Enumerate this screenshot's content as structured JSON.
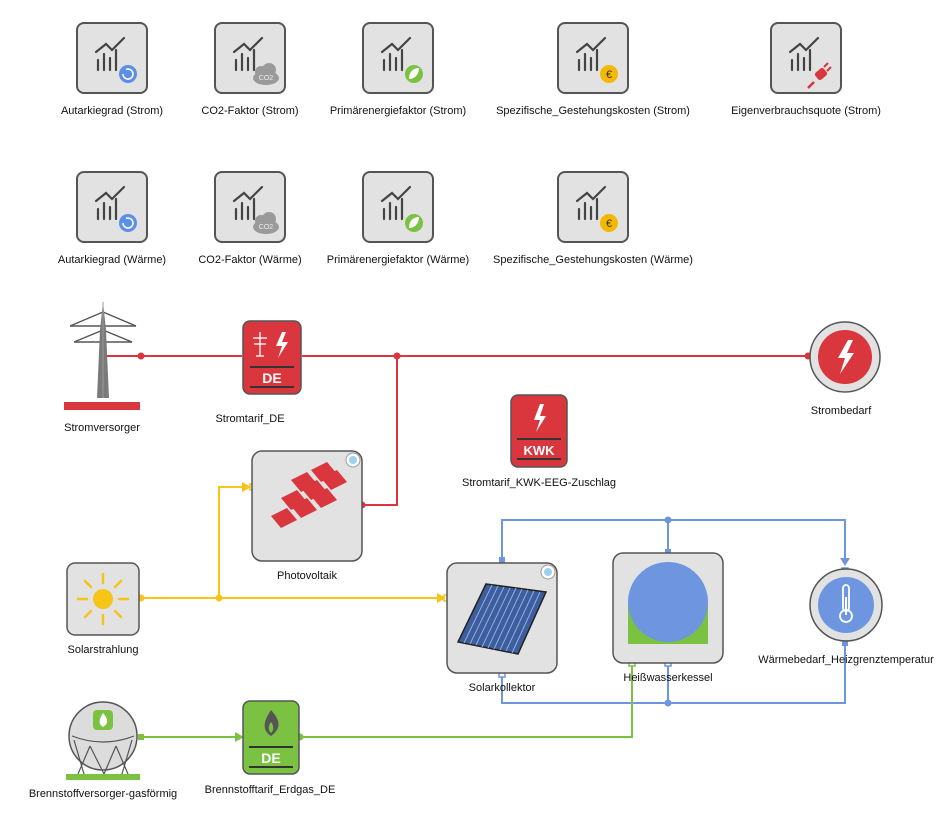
{
  "kpi_row1": [
    {
      "label": "Autarkiegrad (Strom)",
      "badge": "cycle-icon",
      "badge_color": "#5b8fe8"
    },
    {
      "label": "CO2-Faktor (Strom)",
      "badge": "co2-cloud-icon",
      "badge_color": "#9a9a9a"
    },
    {
      "label": "Primärenergiefaktor (Strom)",
      "badge": "leaf-icon",
      "badge_color": "#7cc242"
    },
    {
      "label": "Spezifische_Gestehungskosten (Strom)",
      "badge": "euro-icon",
      "badge_color": "#f5b800"
    },
    {
      "label": "Eigenverbrauchsquote (Strom)",
      "badge": "plug-icon",
      "badge_color": "#d9363e"
    }
  ],
  "kpi_row2": [
    {
      "label": "Autarkiegrad (Wärme)",
      "badge": "cycle-icon",
      "badge_color": "#5b8fe8"
    },
    {
      "label": "CO2-Faktor (Wärme)",
      "badge": "co2-cloud-icon",
      "badge_color": "#9a9a9a"
    },
    {
      "label": "Primärenergiefaktor (Wärme)",
      "badge": "leaf-icon",
      "badge_color": "#7cc242"
    },
    {
      "label": "Spezifische_Gestehungskosten (Wärme)",
      "badge": "euro-icon",
      "badge_color": "#f5b800"
    }
  ],
  "co2_text": "CO2",
  "nodes": {
    "stromversorger": "Stromversorger",
    "stromtarif": "Stromtarif_DE",
    "stromtarif_badge": "DE",
    "strombedarf": "Strombedarf",
    "kwk": "Stromtarif_KWK-EEG-Zuschlag",
    "kwk_badge": "KWK",
    "photovoltaik": "Photovoltaik",
    "solarstrahlung": "Solarstrahlung",
    "solarkollektor": "Solarkollektor",
    "heisswasserkessel": "Heißwasserkessel",
    "waermebedarf": "Wärmebedarf_Heizgrenztemperatur",
    "brennstoffversorger": "Brennstoffversorger-gasförmig",
    "brennstofftarif": "Brennstofftarif_Erdgas_DE",
    "brennstofftarif_badge": "DE"
  },
  "colors": {
    "electric": "#d9363e",
    "solar": "#f5c518",
    "heat": "#6e96e0",
    "gas": "#7cc242",
    "tile_bg": "#e2e2e2",
    "tile_border": "#555555"
  }
}
